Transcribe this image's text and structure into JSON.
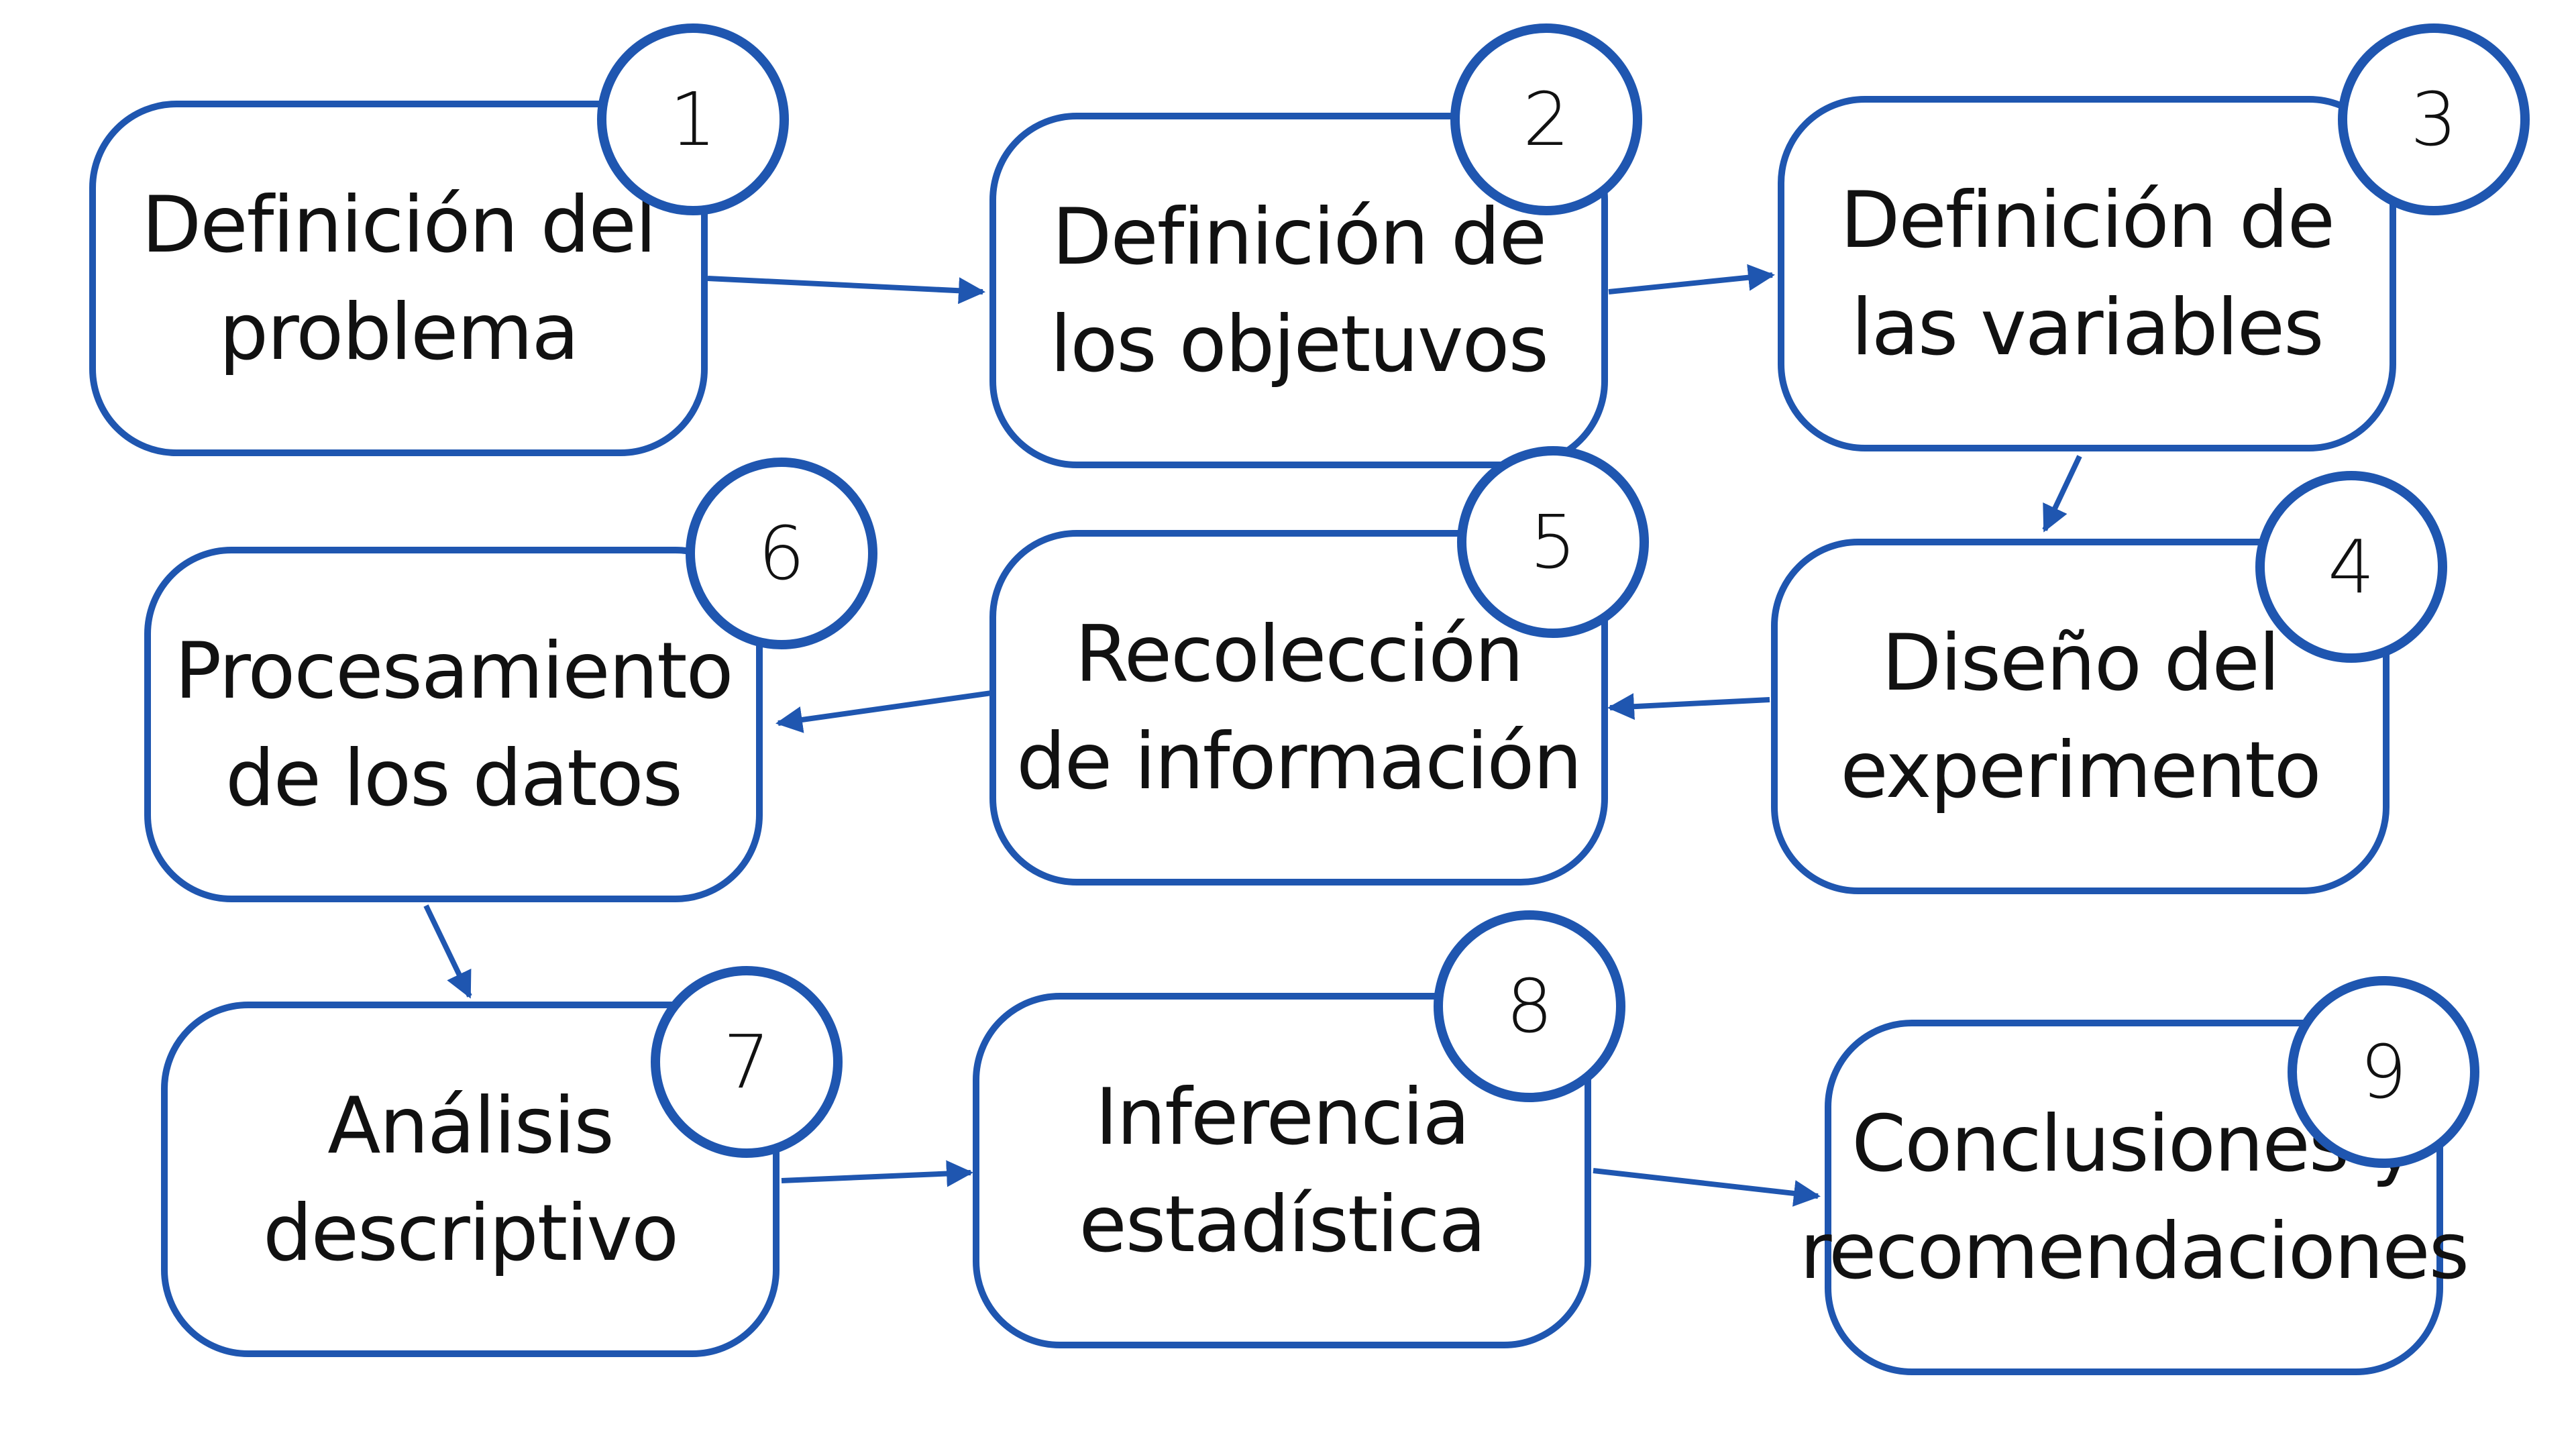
{
  "colors": {
    "accent": "#1f56b0",
    "text": "#111111",
    "background": "#ffffff"
  },
  "steps": [
    {
      "number": "1",
      "lines": [
        "Definición del",
        "problema"
      ]
    },
    {
      "number": "2",
      "lines": [
        "Definición de",
        "los objetuvos"
      ]
    },
    {
      "number": "3",
      "lines": [
        "Definición de",
        "las variables"
      ]
    },
    {
      "number": "4",
      "lines": [
        "Diseño del",
        "experimento"
      ]
    },
    {
      "number": "5",
      "lines": [
        "Recolección",
        "de información"
      ]
    },
    {
      "number": "6",
      "lines": [
        "Procesamiento",
        "de los datos"
      ]
    },
    {
      "number": "7",
      "lines": [
        "Análisis",
        "descriptivo"
      ]
    },
    {
      "number": "8",
      "lines": [
        "Inferencia",
        "estadística"
      ]
    },
    {
      "number": "9",
      "lines": [
        "Conclusiones y",
        "recomendaciones"
      ]
    }
  ],
  "connections": [
    {
      "from": "1",
      "to": "2"
    },
    {
      "from": "2",
      "to": "3"
    },
    {
      "from": "3",
      "to": "4"
    },
    {
      "from": "4",
      "to": "5"
    },
    {
      "from": "5",
      "to": "6"
    },
    {
      "from": "6",
      "to": "7"
    },
    {
      "from": "7",
      "to": "8"
    },
    {
      "from": "8",
      "to": "9"
    }
  ]
}
